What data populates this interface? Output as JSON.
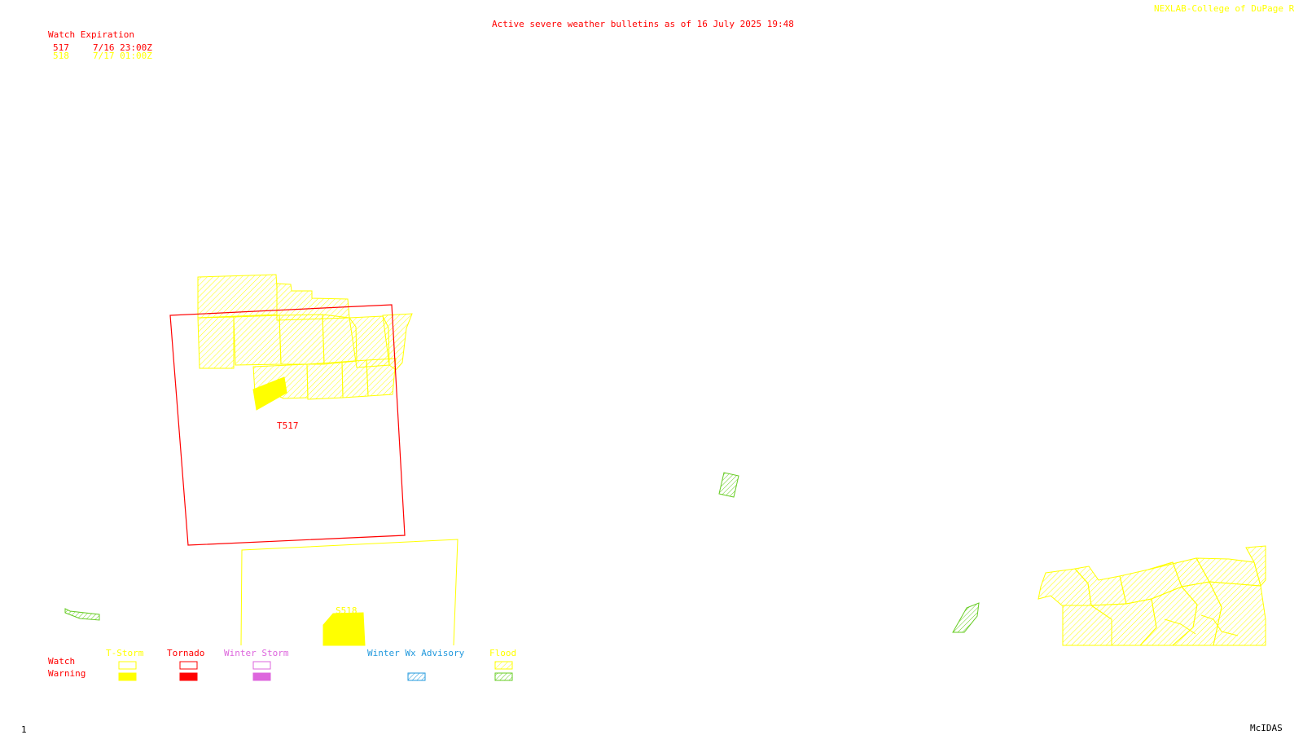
{
  "header": {
    "credit": "NEXLAB-College of DuPage R",
    "title": "Active severe weather bulletins as of 16 July 2025 19:48"
  },
  "watch_table": {
    "heading": "Watch Expiration",
    "rows": [
      {
        "id": "517",
        "expires": "7/16 23:00Z",
        "color": "#ff0000"
      },
      {
        "id": "518",
        "expires": "7/17 01:00Z",
        "color": "#ffff00"
      }
    ]
  },
  "map_labels": {
    "watch_517": "T517",
    "watch_518": "S518"
  },
  "legend": {
    "row_watch": "Watch",
    "row_warning": "Warning",
    "categories": [
      {
        "name": "T-Storm",
        "color": "#ffff00"
      },
      {
        "name": "Tornado",
        "color": "#ff0000"
      },
      {
        "name": "Winter Storm",
        "color": "#dd66dd"
      },
      {
        "name": "Winter Wx Advisory",
        "color": "#2299dd"
      },
      {
        "name": "Flood",
        "color": "#ffff00"
      }
    ]
  },
  "footer": {
    "frame": "1",
    "software": "McIDAS"
  }
}
